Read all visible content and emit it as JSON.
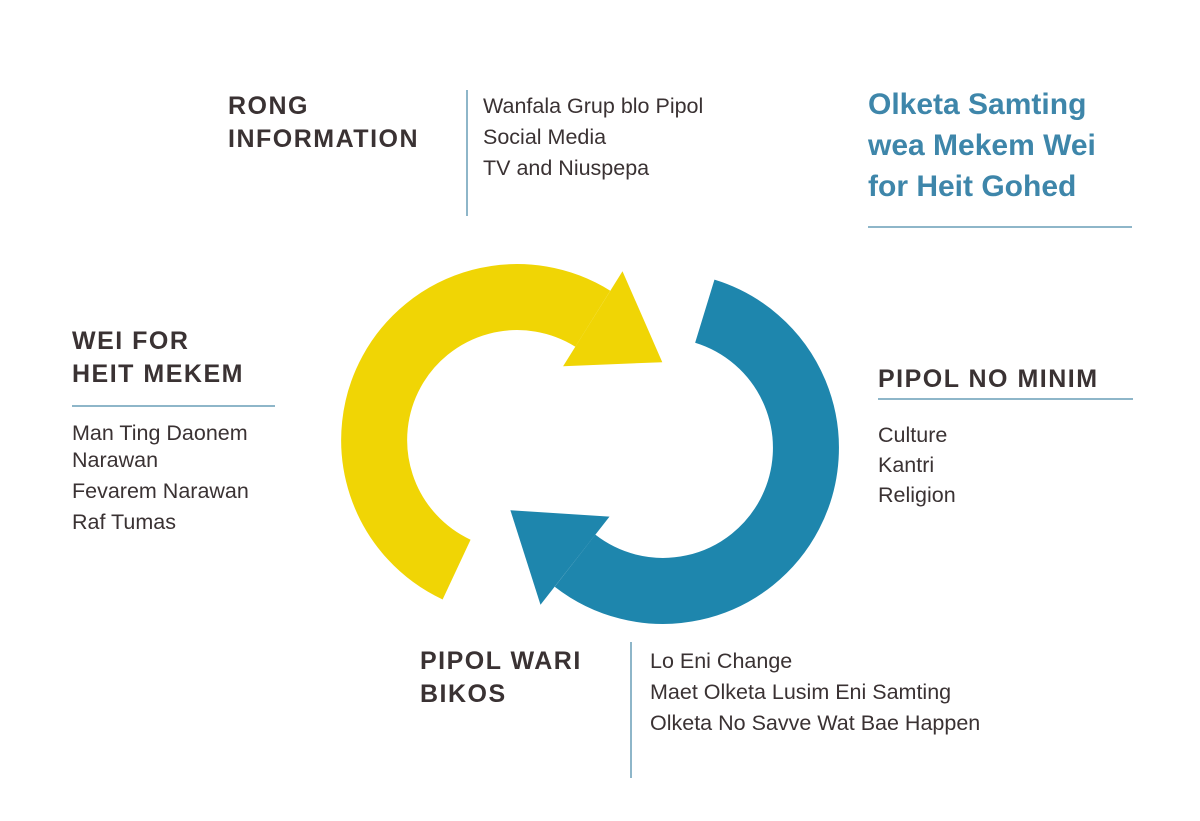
{
  "diagram_title": {
    "lines": [
      "Olketa Samting",
      "wea Mekem Wei",
      "for Heit Gohed"
    ]
  },
  "sections": {
    "rong_information": {
      "heading_lines": [
        "RONG",
        "INFORMATION"
      ],
      "items": [
        "Wanfala Grup blo Pipol",
        "Social Media",
        "TV and Niuspepa"
      ]
    },
    "wei_for_heit_mekem": {
      "heading_lines": [
        "WEI FOR",
        "HEIT MEKEM"
      ],
      "items": [
        "Man Ting Daonem Narawan",
        "Fevarem Narawan",
        "Raf Tumas"
      ]
    },
    "pipol_no_minim": {
      "heading_lines": [
        "PIPOL NO MINIM"
      ],
      "items": [
        "Culture",
        "Kantri",
        "Religion"
      ]
    },
    "pipol_wari_bikos": {
      "heading_lines": [
        "PIPOL WARI",
        "BIKOS"
      ],
      "items": [
        "Lo Eni Change",
        "Maet Olketa Lusim Eni Samting",
        "Olketa No Savve Wat Bae Happen"
      ]
    }
  },
  "cycle": {
    "type": "two-arrow-cycle",
    "arrow_yellow": "#f0d505",
    "arrow_blue": "#1e86ad"
  },
  "colors": {
    "text": "#3a3233",
    "accent_blue": "#3e86aa",
    "rule": "#8eb6c9",
    "background": "#ffffff"
  }
}
